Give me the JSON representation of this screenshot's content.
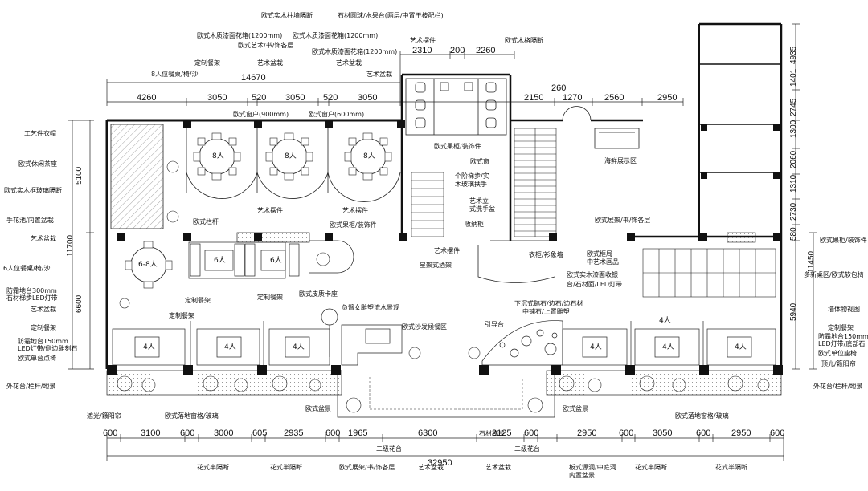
{
  "labels": {
    "top": [
      "欧式实木柱墙隔断",
      "石材圆球/水果台(两层/中置干枝配栏)",
      "欧式木质漆面花箱(1200mm)",
      "欧式木质漆面花箱(1200mm)",
      "艺术摆件",
      "欧式木格隔断",
      "欧式艺术/书/饰各层",
      "欧式木质漆面花箱(1200mm)",
      "定制餐架",
      "艺术盆栽",
      "艺术盆栽",
      "艺术盆栽",
      "8人位餐桌/椅/沙"
    ],
    "left": [
      "工艺件衣帽",
      "欧式休闲茶座",
      "欧式实木框玻璃隔断",
      "手花池/内置盆栽",
      "艺术盆栽",
      "6人位餐桌/椅/沙",
      "防霜地台300mm",
      "石材梯步LED灯带",
      "艺术盆栽",
      "定制餐架",
      "防霜地台150mm",
      "LED灯带/侧边雕刻石",
      "欧式单台点椅",
      "外花台/栏杆/地景"
    ],
    "right": [
      "欧式果柜/装饰件",
      "多新桌区/欧式软包椅",
      "墙体物视图",
      "定制餐架",
      "防霜地台150mm",
      "LED灯带/底部石",
      "欧式单位座椅",
      "顶光/籁阳帘",
      "外花台/栏杆/地景"
    ],
    "inner": [
      "欧式窗户(900mm)",
      "欧式窗户(600mm)",
      "欧式栏杆",
      "艺术摆件",
      "艺术摆件",
      "欧式果柜/装饰件",
      "欧式果柜/装饰件",
      "欧式窗",
      "个阶梯步/实",
      "木玻璃扶手",
      "艺术立",
      "式洗手盆",
      "收纳柜",
      "艺术摆件",
      "星架式酒架",
      "衣柜/衫象墙",
      "欧式实木漆面收银",
      "台/石材面/LED灯带",
      "欧式框局",
      "中艺术画品",
      "欧式展架/书/饰各层",
      "海鲜展示区",
      "欧式皮质卡座",
      "定制餐架",
      "定制餐架",
      "定制餐架",
      "负臂女雕塑流水景观",
      "欧式沙发候餐区",
      "引导台",
      "下沉式鹅石/边石/边石材",
      "中铺石/上置雕塑"
    ],
    "bottom": [
      "遮光/籁阳帘",
      "欧式落地窗格/玻璃",
      "欧式盆景",
      "欧式盆景",
      "欧式落地窗格/玻璃",
      "二级花台",
      "石材梯步",
      "二级花台",
      "花式半隔断",
      "花式半隔断",
      "欧式展架/书/饰各层",
      "艺术盆栽",
      "艺术盆栽",
      "板式源洞/中庭洞",
      "内置盆景",
      "花式半隔断",
      "花式半隔断"
    ]
  },
  "seats": [
    "8人",
    "8人",
    "8人",
    "6-8人",
    "6人",
    "6人",
    "4人",
    "4人",
    "4人",
    "4人",
    "4人",
    "4人",
    "4人"
  ],
  "dims": {
    "top_total": "14670",
    "top_segments": [
      "4260",
      "3050",
      "520",
      "3050",
      "520",
      "3050",
      "2150",
      "1270",
      "2560",
      "2950"
    ],
    "top_small": [
      "2310",
      "200",
      "2260",
      "260"
    ],
    "right_top": [
      "4935",
      "1401",
      "2745",
      "1300",
      "2060",
      "1310",
      "2730",
      "580",
      "5940"
    ],
    "right_main": "11450",
    "left_vertical": [
      "5100",
      "11700",
      "6600"
    ],
    "bottom_total": "32950",
    "bottom_segments": [
      "600",
      "3100",
      "600",
      "3000",
      "605",
      "2935",
      "600",
      "1965",
      "6300",
      "2125",
      "600",
      "2950",
      "600",
      "3050",
      "600",
      "2950",
      "600"
    ]
  }
}
